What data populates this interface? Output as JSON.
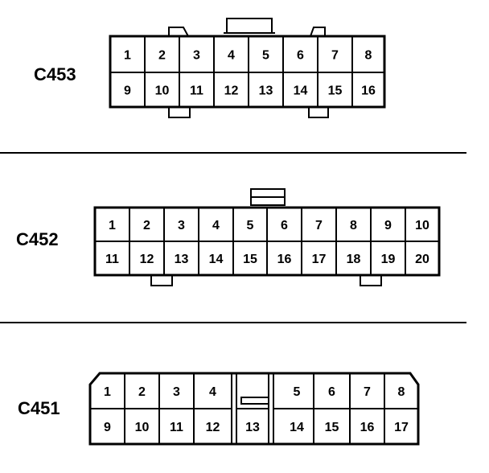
{
  "connectors": [
    {
      "id": "C453",
      "label": "C453",
      "rows": [
        [
          "1",
          "2",
          "3",
          "4",
          "5",
          "6",
          "7",
          "8"
        ],
        [
          "9",
          "10",
          "11",
          "12",
          "13",
          "14",
          "15",
          "16"
        ]
      ]
    },
    {
      "id": "C452",
      "label": "C452",
      "rows": [
        [
          "1",
          "2",
          "3",
          "4",
          "5",
          "6",
          "7",
          "8",
          "9",
          "10"
        ],
        [
          "11",
          "12",
          "13",
          "14",
          "15",
          "16",
          "17",
          "18",
          "19",
          "20"
        ]
      ]
    },
    {
      "id": "C451",
      "label": "C451",
      "rows": [
        [
          "1",
          "2",
          "3",
          "4",
          "",
          "5",
          "6",
          "7",
          "8"
        ],
        [
          "9",
          "10",
          "11",
          "12",
          "13",
          "14",
          "15",
          "16",
          "17"
        ]
      ]
    }
  ]
}
